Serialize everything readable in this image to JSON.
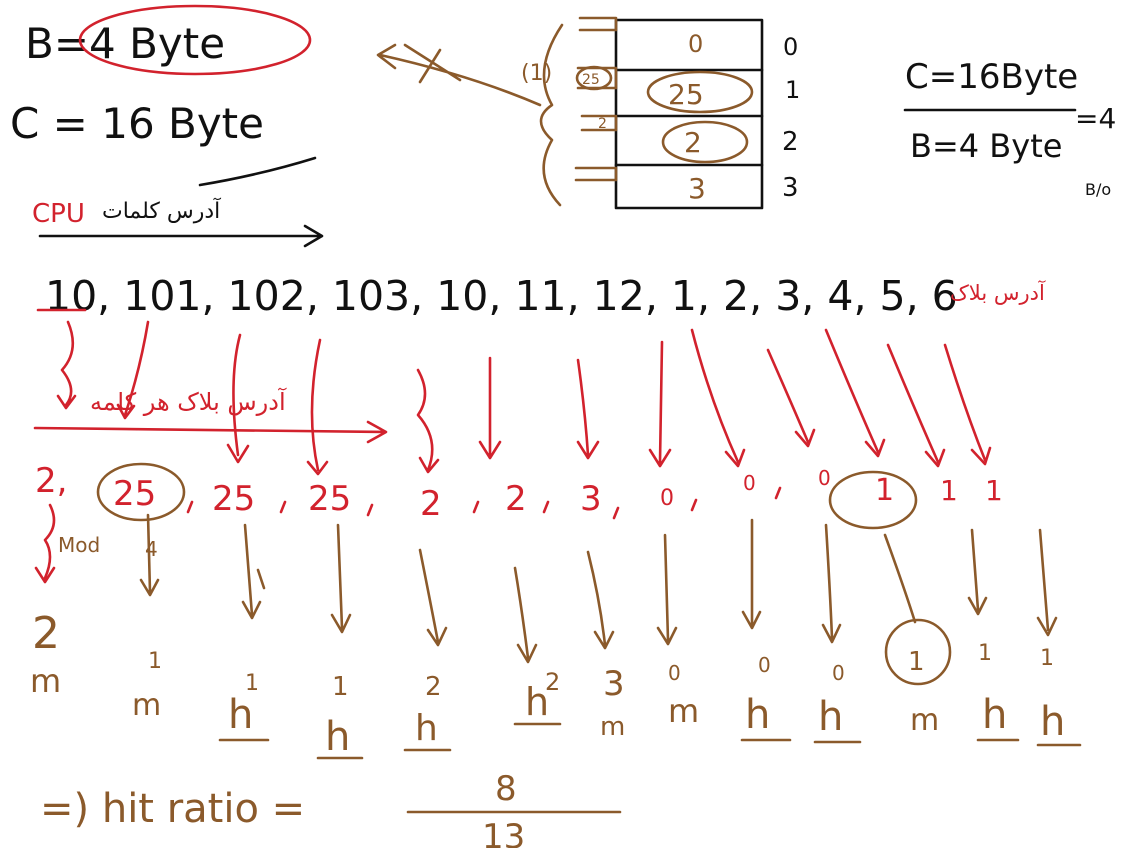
{
  "colors": {
    "black": "#111111",
    "red": "#d2222d",
    "brown": "#8b5a2b"
  },
  "header": {
    "block_size": "B=4 Byte",
    "cache_size": "C = 16 Byte",
    "cpu_label": "CPU",
    "cpu_note": "آدرس کلمات"
  },
  "ratio": {
    "numerator": "C=16Byte",
    "denominator": "B=4 Byte",
    "result": "=4",
    "suffix": "B/o"
  },
  "cache": {
    "indices": [
      "0",
      "1",
      "2",
      "3"
    ],
    "contents": [
      "0",
      "25",
      "2",
      "3"
    ],
    "tags": [
      "",
      "25",
      "2",
      ""
    ],
    "set_label": "(1)"
  },
  "words": {
    "sequence": "10, 101, 102, 103, 10, 11, 12, 1, 2, 3, 4, 5, 6",
    "block_note": "آدرس بلاک",
    "block_note2": "آدرس بلاک هر کلمه"
  },
  "blocks": {
    "label_prefix": "2,",
    "sequence": [
      "25",
      "25",
      "25",
      "2",
      "2",
      "3",
      "0",
      "0",
      "0",
      "1",
      "1",
      "1"
    ],
    "mod_label": "Mod",
    "mod_value": "4"
  },
  "sets": {
    "first": "2",
    "values": [
      "1",
      "1",
      "1",
      "2",
      "2",
      "3",
      "0",
      "0",
      "0",
      "1",
      "1",
      "1"
    ],
    "results": [
      "m",
      "m",
      "h",
      "h",
      "h",
      "h",
      "m",
      "m",
      "h",
      "h",
      "m",
      "h",
      "h"
    ]
  },
  "footer": {
    "label": "=) hit ratio =",
    "numerator": "8",
    "denominator": "13"
  }
}
